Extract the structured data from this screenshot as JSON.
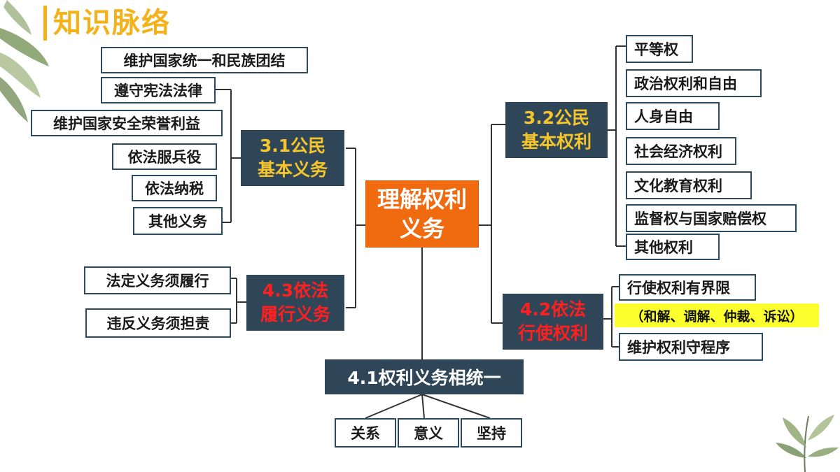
{
  "title": "知识脉络",
  "center": {
    "line1": "理解权利",
    "line2": "义务"
  },
  "left_top": {
    "hub": {
      "line1": "3.1公民",
      "line2": "基本义务"
    },
    "items": [
      "维护国家统一和民族团结",
      "遵守宪法法律",
      "维护国家安全荣誉利益",
      "依法服兵役",
      "依法纳税",
      "其他义务"
    ]
  },
  "left_bottom": {
    "hub": {
      "line1": "4.3依法",
      "line2": "履行义务"
    },
    "items": [
      "法定义务须履行",
      "违反义务须担责"
    ]
  },
  "right_top": {
    "hub": {
      "line1": "3.2公民",
      "line2": "基本权利"
    },
    "items": [
      "平等权",
      "政治权利和自由",
      "人身自由",
      "社会经济权利",
      "文化教育权利",
      "监督权与国家赔偿权",
      "其他权利"
    ]
  },
  "right_bottom": {
    "hub": {
      "line1": "4.2依法",
      "line2": "行使权利"
    },
    "items": [
      "行使权利有界限",
      "维护权利守程序"
    ],
    "note": "（和解、调解、仲裁、诉讼）"
  },
  "bottom": {
    "hub": "4.1权利义务相统一",
    "items": [
      "关系",
      "意义",
      "坚持"
    ]
  },
  "colors": {
    "hub_bg": "#2e4657",
    "hub_yellow_text": "#f6c52b",
    "hub_red_text": "#ff1f1f",
    "center_bg": "#f06a10",
    "note_bg": "#fbff2e",
    "title": "#f3b21b"
  },
  "icons": [
    "bamboo-leaf-icon"
  ]
}
